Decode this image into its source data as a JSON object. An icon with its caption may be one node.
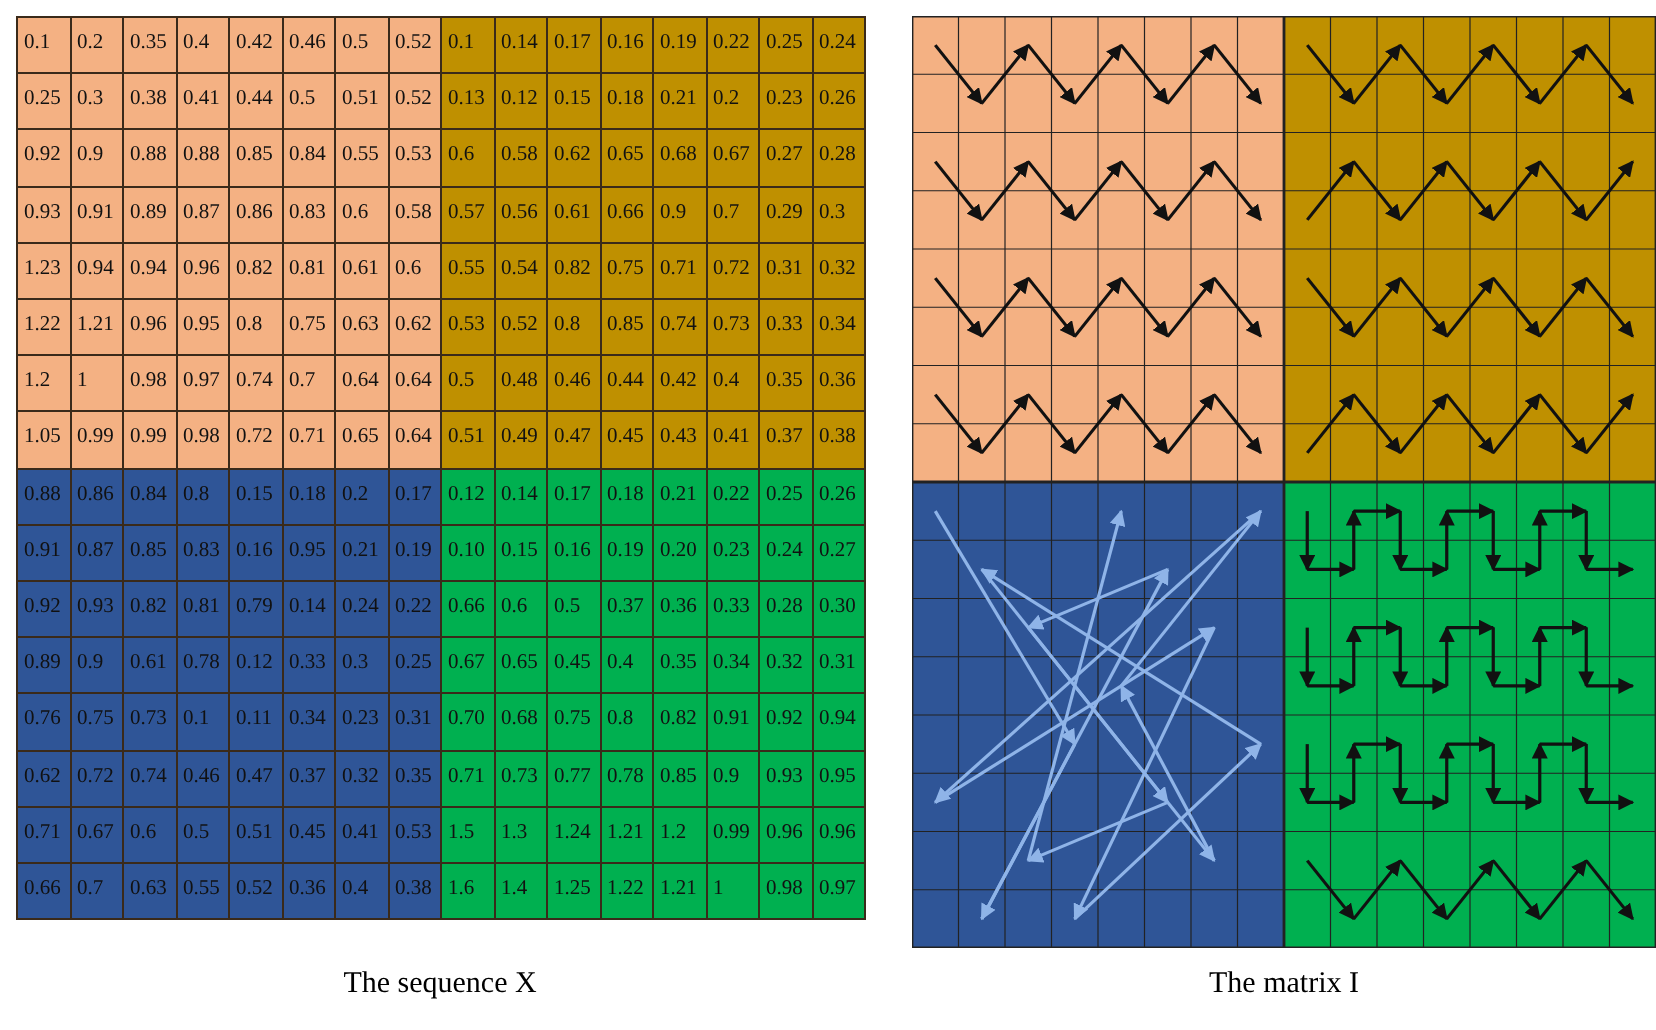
{
  "diagram": {
    "labels": [
      "0.1",
      "0.2",
      "0.35",
      "0.4",
      "0.42",
      "0.46",
      "0.5",
      "0.52",
      "0.1",
      "0.14",
      "0.17",
      "0.16",
      "0.19",
      "0.22",
      "0.25",
      "0.24",
      "0.25",
      "0.3",
      "0.38",
      "0.41",
      "0.44",
      "0.5",
      "0.51",
      "0.52",
      "0.13",
      "0.12",
      "0.15",
      "0.18",
      "0.21",
      "0.2",
      "0.23",
      "0.26",
      "0.92",
      "0.9",
      "0.88",
      "0.88",
      "0.85",
      "0.84",
      "0.55",
      "0.53",
      "0.6",
      "0.58",
      "0.62",
      "0.65",
      "0.68",
      "0.67",
      "0.27",
      "0.28",
      "0.93",
      "0.91",
      "0.89",
      "0.87",
      "0.86",
      "0.83",
      "0.6",
      "0.58",
      "0.57",
      "0.56",
      "0.61",
      "0.66",
      "0.9",
      "0.7",
      "0.29",
      "0.3",
      "1.23",
      "0.94",
      "0.94",
      "0.96",
      "0.82",
      "0.81",
      "0.61",
      "0.6",
      "0.55",
      "0.54",
      "0.82",
      "0.75",
      "0.71",
      "0.72",
      "0.31",
      "0.32",
      "1.22",
      "1.21",
      "0.96",
      "0.95",
      "0.8",
      "0.75",
      "0.63",
      "0.62",
      "0.53",
      "0.52",
      "0.8",
      "0.85",
      "0.74",
      "0.73",
      "0.33",
      "0.34",
      "1.2",
      "1",
      "0.98",
      "0.97",
      "0.74",
      "0.7",
      "0.64",
      "0.64",
      "0.5",
      "0.48",
      "0.46",
      "0.44",
      "0.42",
      "0.4",
      "0.35",
      "0.36",
      "1.05",
      "0.99",
      "0.99",
      "0.98",
      "0.72",
      "0.71",
      "0.65",
      "0.64",
      "0.51",
      "0.49",
      "0.47",
      "0.45",
      "0.43",
      "0.41",
      "0.37",
      "0.38",
      "0.88",
      "0.86",
      "0.84",
      "0.8",
      "0.15",
      "0.18",
      "0.2",
      "0.17",
      "0.12",
      "0.14",
      "0.17",
      "0.18",
      "0.21",
      "0.22",
      "0.25",
      "0.26",
      "0.91",
      "0.87",
      "0.85",
      "0.83",
      "0.16",
      "0.95",
      "0.21",
      "0.19",
      "0.10",
      "0.15",
      "0.16",
      "0.19",
      "0.20",
      "0.23",
      "0.24",
      "0.27",
      "0.92",
      "0.93",
      "0.82",
      "0.81",
      "0.79",
      "0.14",
      "0.24",
      "0.22",
      "0.66",
      "0.6",
      "0.5",
      "0.37",
      "0.36",
      "0.33",
      "0.28",
      "0.30",
      "0.89",
      "0.9",
      "0.61",
      "0.78",
      "0.12",
      "0.33",
      "0.3",
      "0.25",
      "0.67",
      "0.65",
      "0.45",
      "0.4",
      "0.35",
      "0.34",
      "0.32",
      "0.31",
      "0.76",
      "0.75",
      "0.73",
      "0.1",
      "0.11",
      "0.34",
      "0.23",
      "0.31",
      "0.70",
      "0.68",
      "0.75",
      "0.8",
      "0.82",
      "0.91",
      "0.92",
      "0.94",
      "0.62",
      "0.72",
      "0.74",
      "0.46",
      "0.47",
      "0.37",
      "0.32",
      "0.35",
      "0.71",
      "0.73",
      "0.77",
      "0.78",
      "0.85",
      "0.9",
      "0.93",
      "0.95",
      "0.71",
      "0.67",
      "0.6",
      "0.5",
      "0.51",
      "0.45",
      "0.41",
      "0.53",
      "1.5",
      "1.3",
      "1.24",
      "1.21",
      "1.2",
      "0.99",
      "0.96",
      "0.96",
      "0.66",
      "0.7",
      "0.63",
      "0.55",
      "0.52",
      "0.36",
      "0.4",
      "0.38",
      "1.6",
      "1.4",
      "1.25",
      "1.22",
      "1.21",
      "1",
      "0.98",
      "0.97",
      "The sequence X",
      "The matrix I"
    ]
  }
}
